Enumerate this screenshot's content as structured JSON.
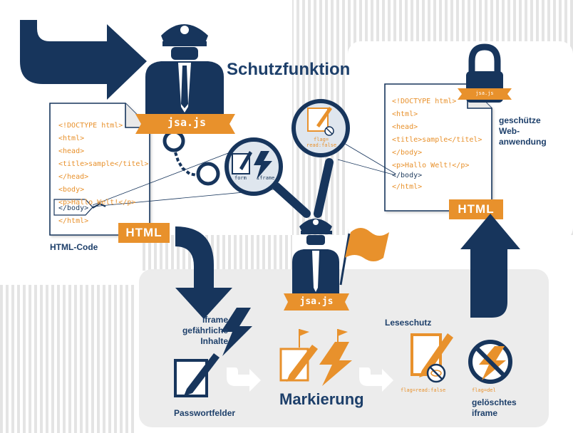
{
  "title": "Schutzfunktion",
  "badge_jsa": "jsa.js",
  "html_badge": "HTML",
  "left_doc": {
    "lines": [
      "<!DOCTYPE html>",
      "<html>",
      "<head>",
      "<title>sample</titel>",
      "</head>",
      "<body>",
      "<p>Hallo Welt!</p>",
      "</body>",
      "</html>"
    ],
    "label": "HTML-Code"
  },
  "right_doc": {
    "lines": [
      "<!DOCTYPE html>",
      "<html>",
      "<head>",
      "<title>sample</titel>",
      "</body>",
      "<p>Hallo Welt!</p>",
      "</body>",
      "</html>"
    ],
    "label_lines": [
      "geschütze",
      "Web-",
      "anwendung"
    ],
    "lock_badge": "jsa.js"
  },
  "magnifier": {
    "form_label": "form",
    "iframe_label": "iframe",
    "flag_text": [
      "flag=",
      "read:false"
    ]
  },
  "bottom": {
    "danger_label": [
      "iframe",
      "gefährliche",
      "Inhalte"
    ],
    "password_label": "Passwortfelder",
    "center_label": "Markierung",
    "leseschutz_label": "Leseschutz",
    "flag_read": "flag=read:false",
    "flag_del": "flag=del",
    "deleted_label": [
      "gelöschtes",
      "iframe"
    ]
  },
  "colors": {
    "navy": "#17355c",
    "orange": "#e8912c",
    "panel": "#ededed",
    "stripes": "#e2e2e2"
  }
}
